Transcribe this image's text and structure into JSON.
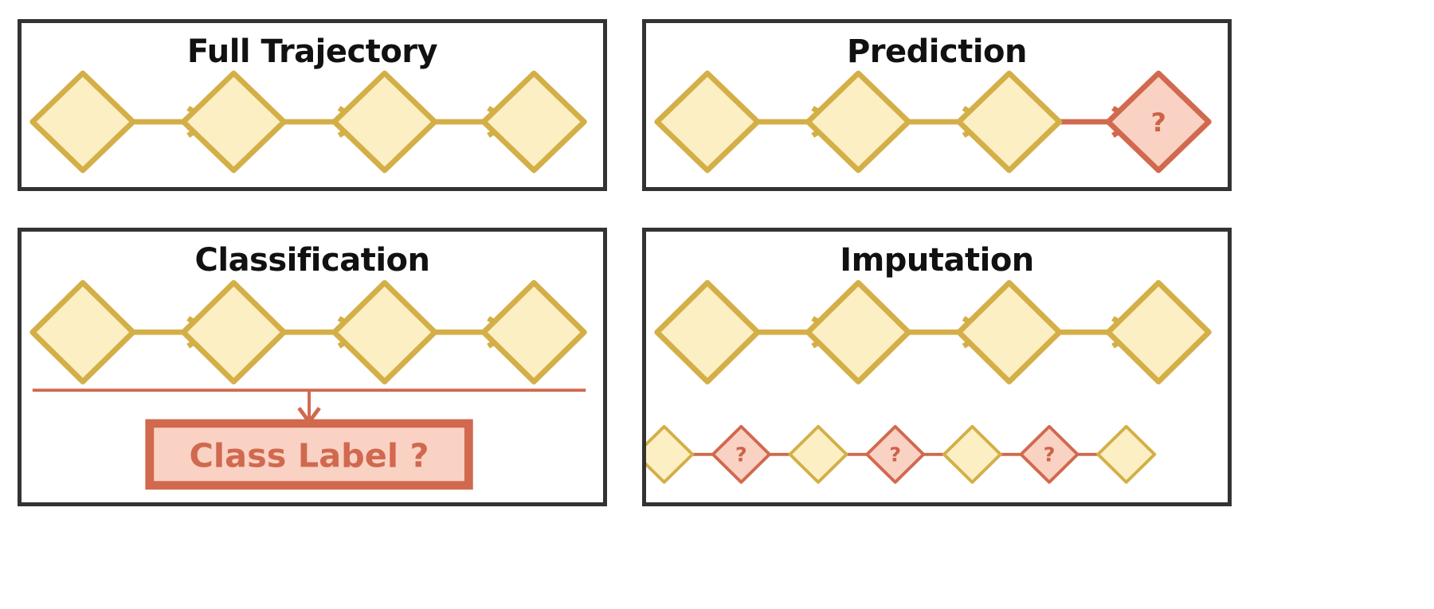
{
  "figure": {
    "background": "#ffffff",
    "panel_border_color": "#333333",
    "node_fill": "#FCEFC4",
    "node_stroke": "#D4AF47",
    "missing_fill": "#FAD2C4",
    "missing_stroke": "#D1694F",
    "arrow_color_normal": "#D4AF47",
    "arrow_color_missing": "#CF6A4E",
    "label_color": "#CC6347"
  },
  "panels": [
    {
      "id": "full-trajectory",
      "title": "Full Trajectory",
      "rows": [
        {
          "id": "sequence",
          "nodes": [
            {
              "type": "observed",
              "label": ""
            },
            {
              "type": "observed",
              "label": ""
            },
            {
              "type": "observed",
              "label": ""
            },
            {
              "type": "observed",
              "label": ""
            }
          ],
          "arrows": [
            "normal",
            "normal",
            "normal"
          ]
        }
      ]
    },
    {
      "id": "prediction",
      "title": "Prediction",
      "rows": [
        {
          "id": "sequence",
          "nodes": [
            {
              "type": "observed",
              "label": ""
            },
            {
              "type": "observed",
              "label": ""
            },
            {
              "type": "observed",
              "label": ""
            },
            {
              "type": "missing",
              "label": "?"
            }
          ],
          "arrows": [
            "normal",
            "normal",
            "missing"
          ]
        }
      ]
    },
    {
      "id": "classification",
      "title": "Classification",
      "rows": [
        {
          "id": "sequence",
          "nodes": [
            {
              "type": "observed",
              "label": ""
            },
            {
              "type": "observed",
              "label": ""
            },
            {
              "type": "observed",
              "label": ""
            },
            {
              "type": "observed",
              "label": ""
            }
          ],
          "arrows": [
            "normal",
            "normal",
            "normal"
          ]
        }
      ],
      "aggregator": {
        "id": "class-label-box",
        "label": "Class Label ?",
        "fill": "#FAD2C4",
        "border": "#D1694F",
        "connector_color": "#CF6A4E"
      }
    },
    {
      "id": "imputation",
      "title": "Imputation",
      "rows": [
        {
          "id": "sequence-top",
          "nodes": [
            {
              "type": "observed",
              "label": ""
            },
            {
              "type": "observed",
              "label": ""
            },
            {
              "type": "observed",
              "label": ""
            },
            {
              "type": "observed",
              "label": ""
            }
          ],
          "arrows": [
            "normal",
            "normal",
            "normal"
          ]
        },
        {
          "id": "sequence-bottom",
          "nodes": [
            {
              "type": "observed",
              "label": ""
            },
            {
              "type": "missing",
              "label": "?"
            },
            {
              "type": "observed",
              "label": ""
            },
            {
              "type": "missing",
              "label": "?"
            },
            {
              "type": "observed",
              "label": ""
            },
            {
              "type": "missing",
              "label": "?"
            },
            {
              "type": "observed",
              "label": ""
            }
          ],
          "arrows": [
            "missing",
            "missing",
            "missing",
            "missing",
            "missing",
            "missing"
          ]
        }
      ]
    }
  ]
}
